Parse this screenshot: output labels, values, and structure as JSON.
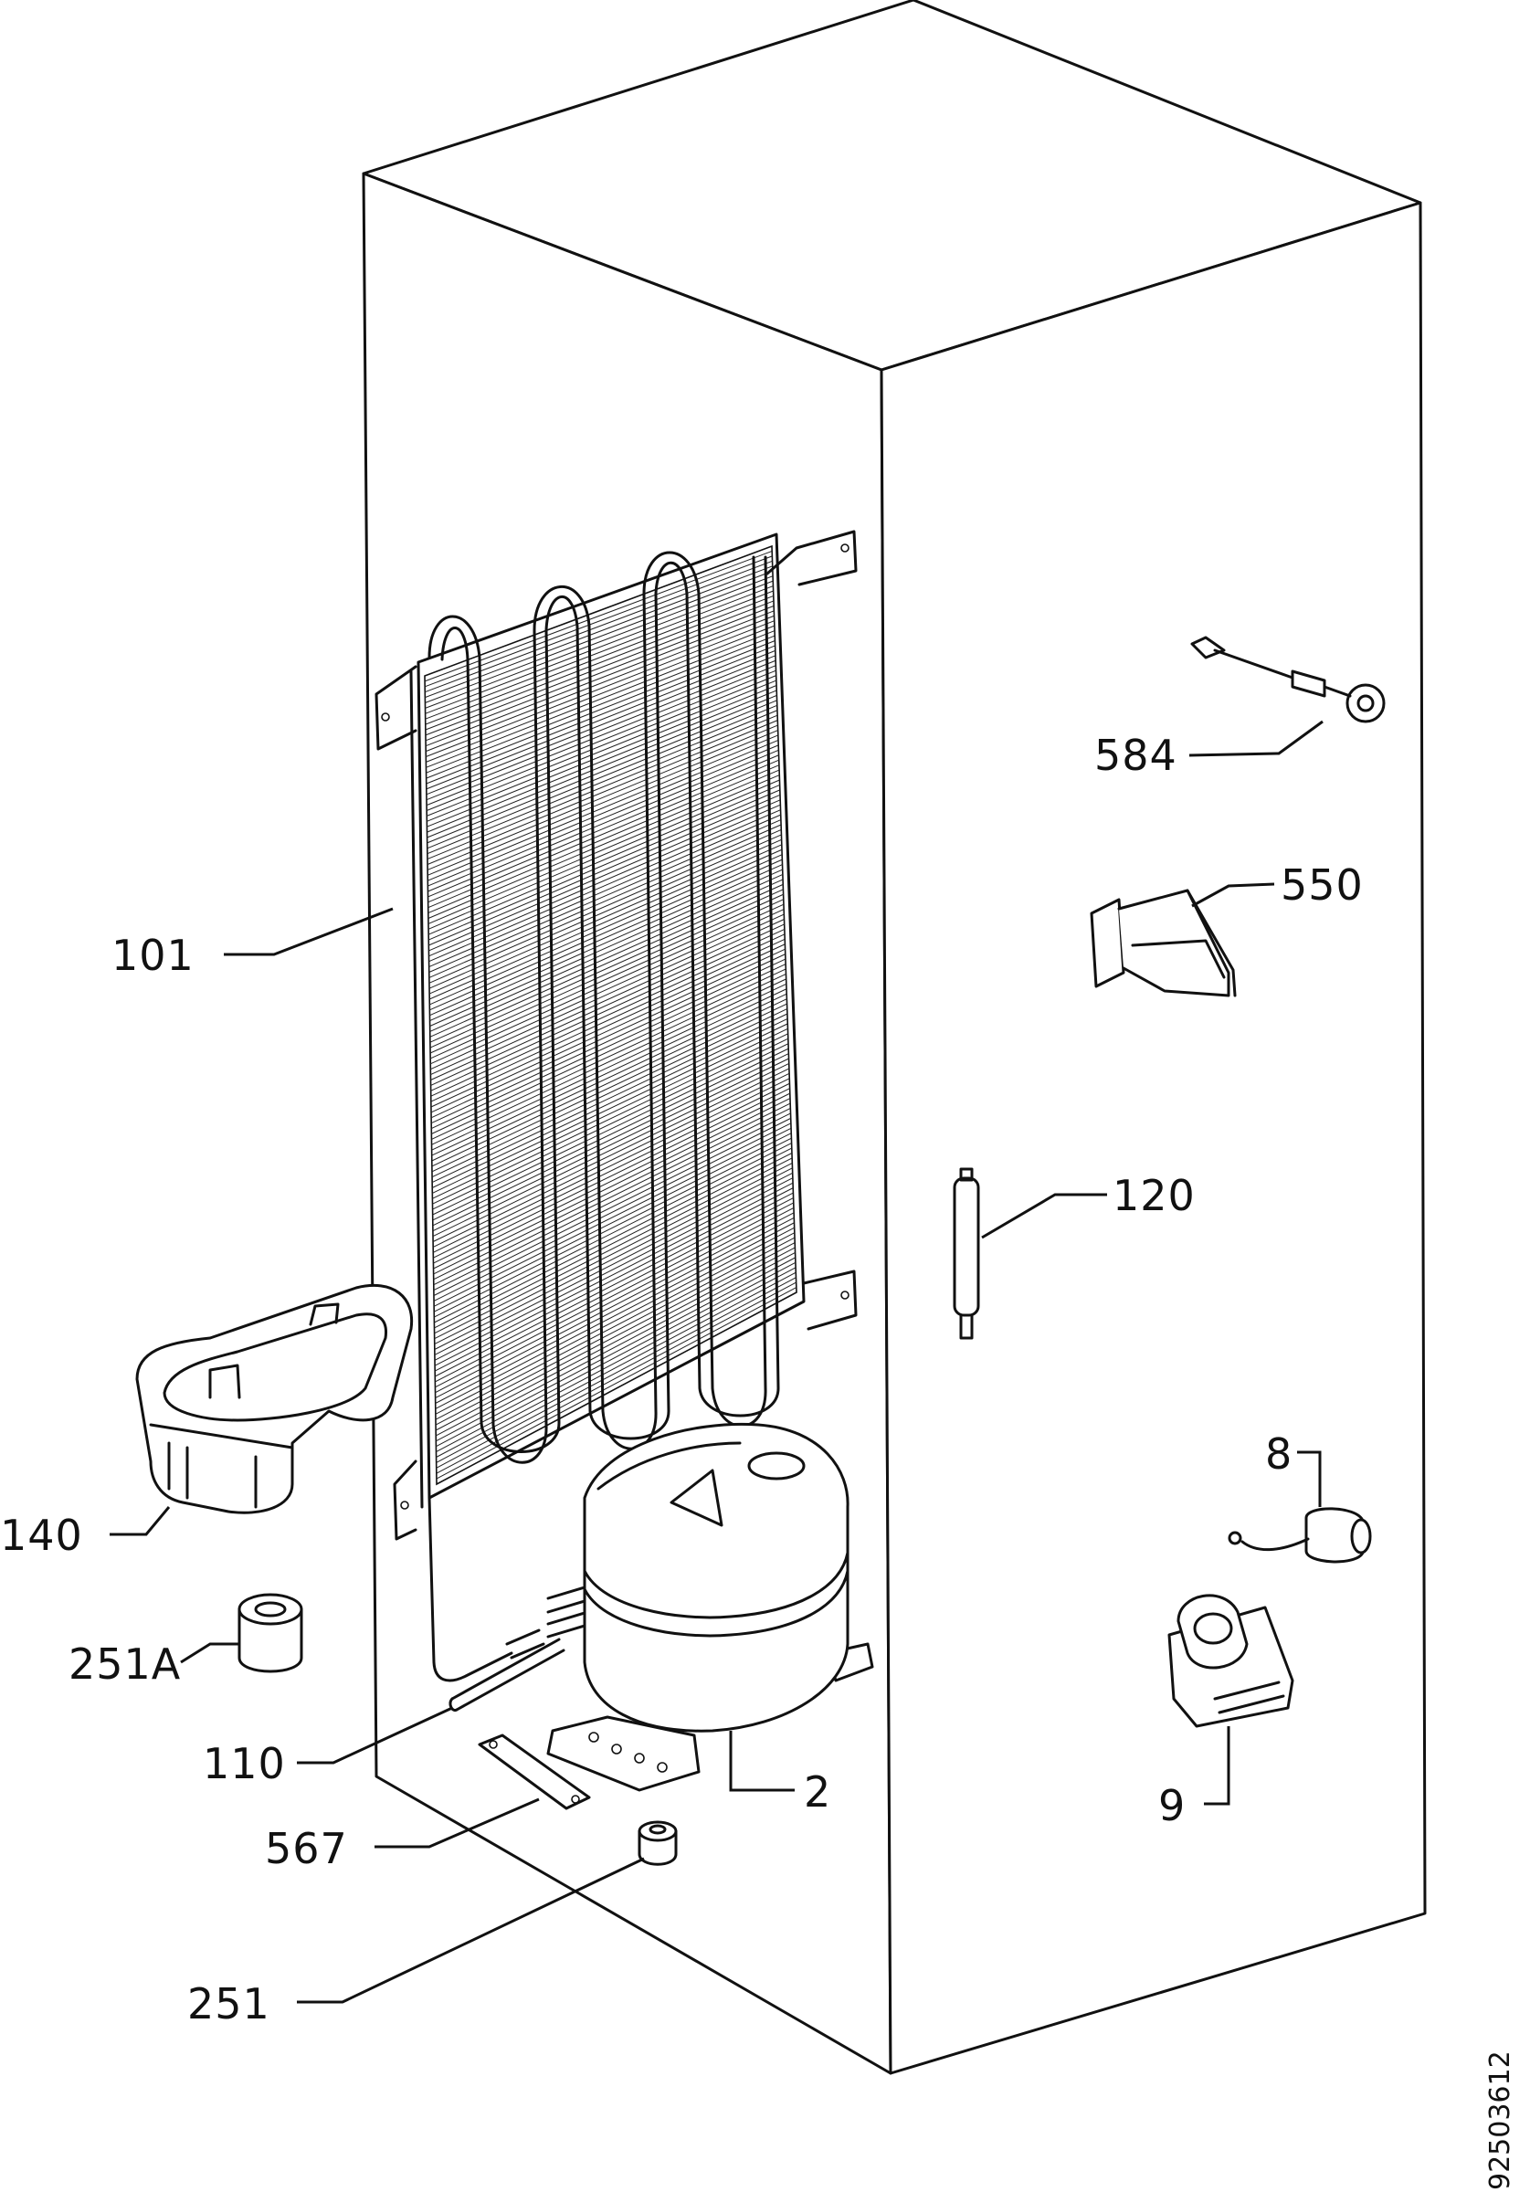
{
  "diagram": {
    "document_number": "92503612",
    "labels": {
      "p584": "584",
      "p550": "550",
      "p101": "101",
      "p120": "120",
      "p8": "8",
      "p140": "140",
      "p251A": "251A",
      "p110": "110",
      "p9": "9",
      "p2": "2",
      "p567": "567",
      "p251": "251"
    }
  }
}
